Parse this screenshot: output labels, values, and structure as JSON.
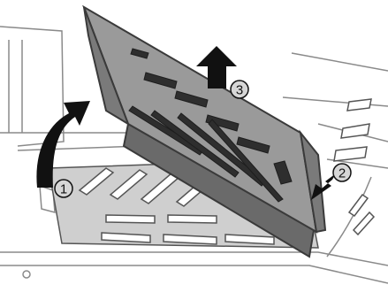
{
  "illustration": {
    "subject": "floor-panel-removal",
    "colors": {
      "panel_fill": "#9a9a9a",
      "panel_shade": "#7a7a7a",
      "panel_edge": "#3a3a3a",
      "tray_fill": "#cfcfcf",
      "vehicle_line": "#8a8a8a",
      "arrow_fill": "#111111",
      "callout_fill": "#d6d6d6"
    }
  },
  "callouts": [
    {
      "number": "1"
    },
    {
      "number": "2"
    },
    {
      "number": "3"
    }
  ],
  "arrows": [
    {
      "icon": "curved-arrow-lift-icon"
    },
    {
      "icon": "arrow-push-icon"
    },
    {
      "icon": "arrow-up-icon"
    }
  ]
}
